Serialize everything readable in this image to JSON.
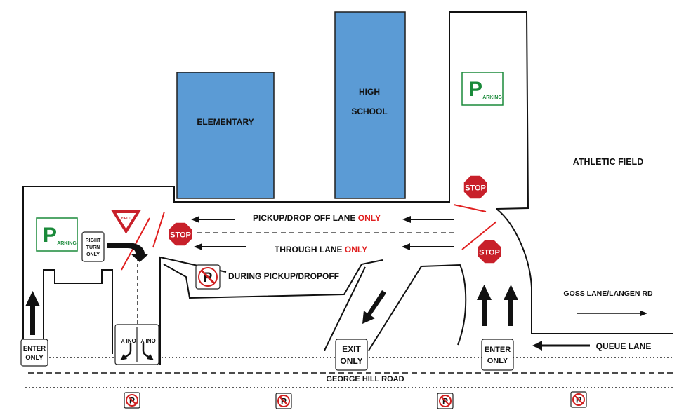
{
  "buildings": {
    "elementary": "ELEMENTARY",
    "high_school_line1": "HIGH",
    "high_school_line2": "SCHOOL"
  },
  "areas": {
    "athletic_field": "ATHLETIC FIELD"
  },
  "lanes": {
    "pickup_prefix": "PICKUP/DROP OFF LANE ",
    "pickup_only": "ONLY",
    "through_prefix": "THROUGH LANE ",
    "through_only": "ONLY",
    "no_parking_note": "DURING PICKUP/DROPOFF",
    "goss_lane": "GOSS LANE/LANGEN RD",
    "queue_lane": "QUEUE LANE",
    "road": "GEORGE HILL ROAD"
  },
  "signs": {
    "stop": "STOP",
    "yield": "YIELD",
    "parking_p": "P",
    "parking_word": "ARKING",
    "right_turn_1": "RIGHT",
    "right_turn_2": "TURN",
    "right_turn_3": "ONLY",
    "enter_1": "ENTER",
    "enter_2": "ONLY",
    "exit_1": "EXIT",
    "exit_2": "ONLY",
    "turn_only_left": "ONLY",
    "turn_only_right": "ONLY",
    "no_parking_letter": "P"
  },
  "colors": {
    "building": "#5b9bd5",
    "stop": "#c8202a",
    "parking": "#1a8a3a",
    "highlight": "#e02020"
  }
}
